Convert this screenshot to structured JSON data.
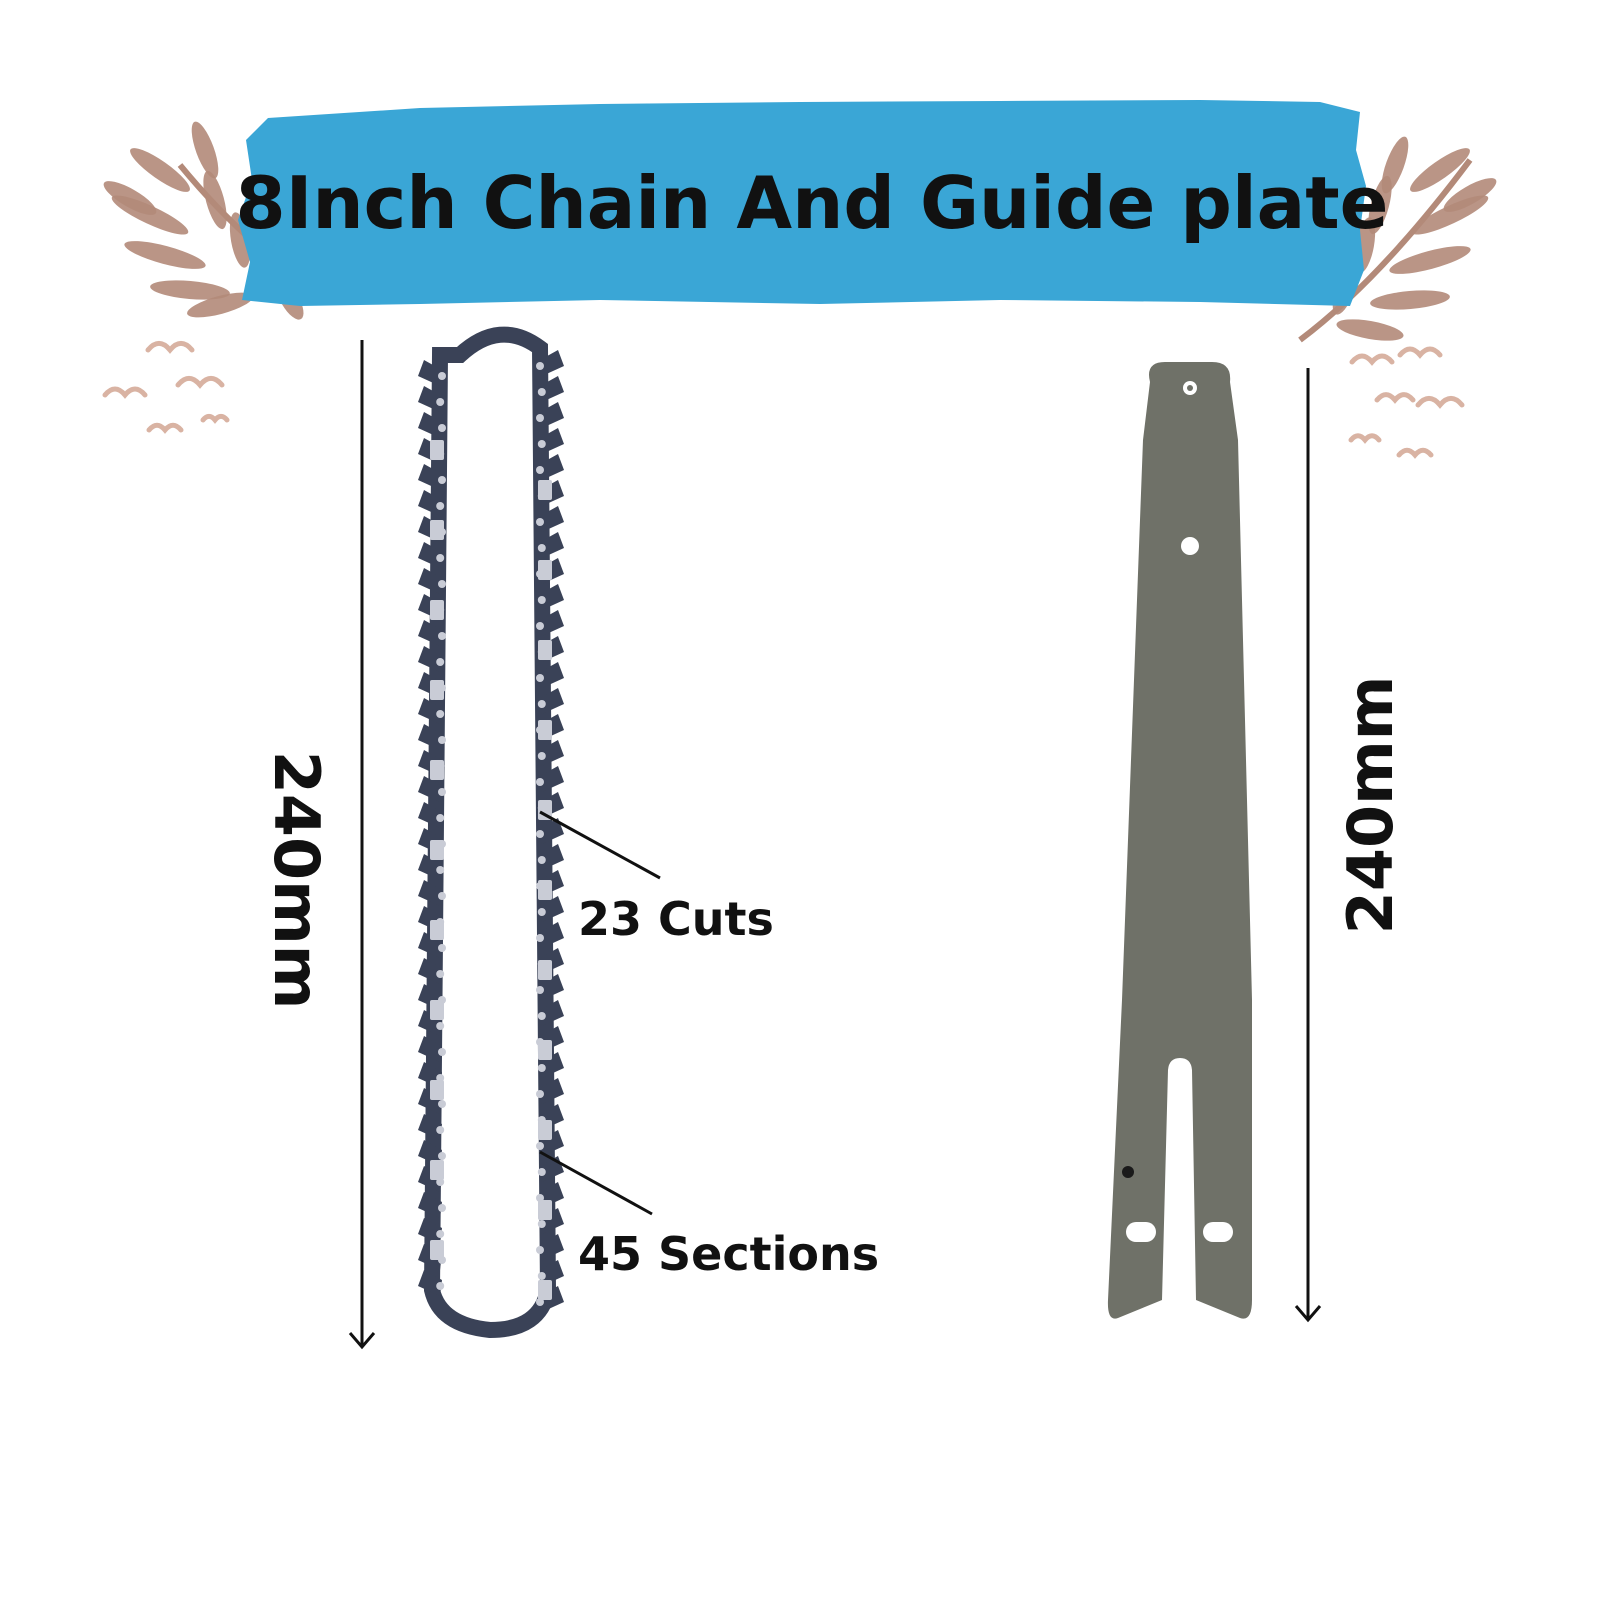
{
  "banner": {
    "title": "8Inch Chain And Guide plate",
    "color": "#3aa6d6",
    "text_color": "#111111"
  },
  "decor": {
    "leaf_color": "#b38a79",
    "bird_color": "#d9b3a3"
  },
  "chain": {
    "length_label": "240mm",
    "callouts": [
      {
        "label": "23 Cuts"
      },
      {
        "label": "45 Sections"
      }
    ],
    "color": "#3a4257",
    "highlight_color": "#c9ccd6"
  },
  "guide_plate": {
    "length_label": "240mm",
    "color": "#6f7168"
  }
}
